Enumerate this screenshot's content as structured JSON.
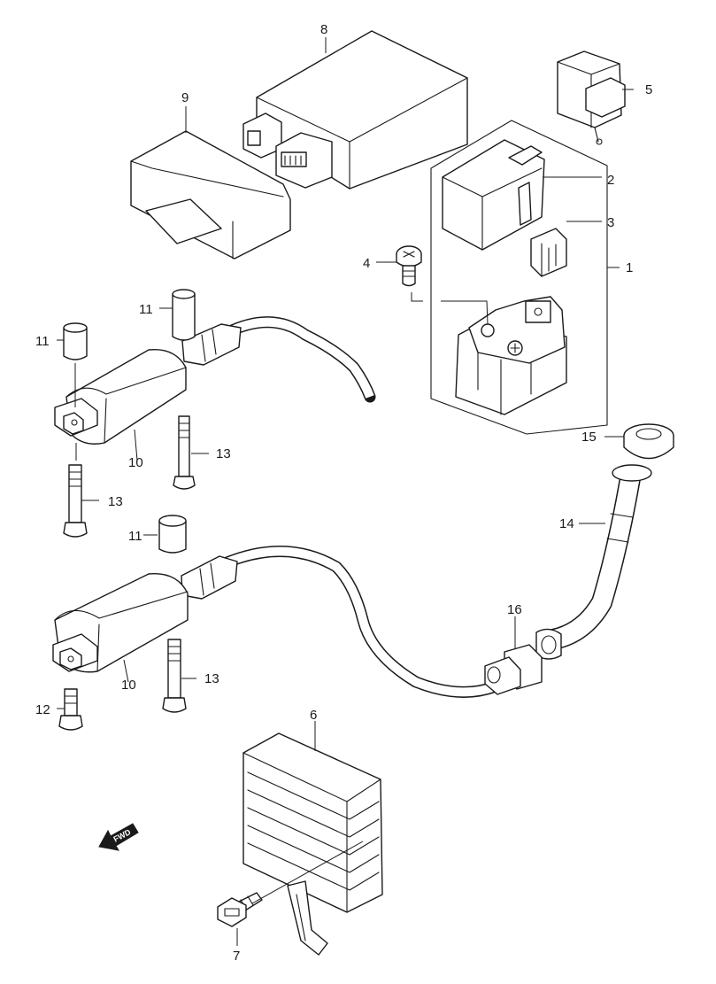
{
  "diagram": {
    "callouts": {
      "c1": "1",
      "c2": "2",
      "c3": "3",
      "c4": "4",
      "c5": "5",
      "c6": "6",
      "c7": "7",
      "c8": "8",
      "c9": "9",
      "c10a": "10",
      "c10b": "10",
      "c11a": "11",
      "c11b": "11",
      "c11c": "11",
      "c12": "12",
      "c13a": "13",
      "c13b": "13",
      "c13c": "13",
      "c14": "14",
      "c15": "15",
      "c16": "16"
    },
    "fwd_label": "FWD"
  }
}
